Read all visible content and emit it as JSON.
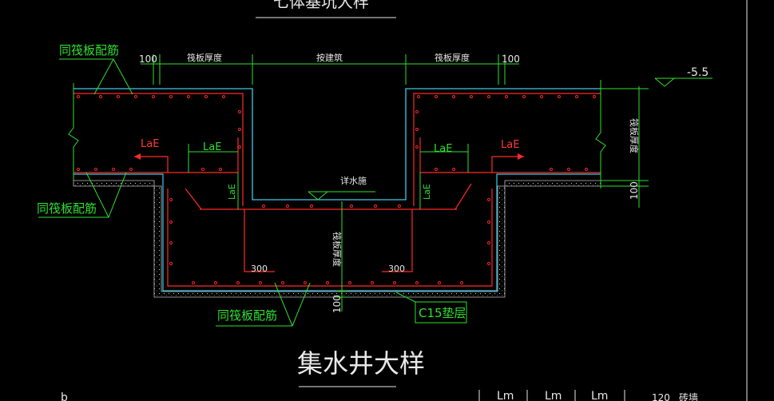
{
  "drawing": {
    "top_title_partial": "七体基坑大样",
    "main_title": "集水井大样",
    "bottom_partial_left": "b",
    "bottom_row": [
      "Lm",
      "Lm",
      "Lm",
      "120",
      "砖墙"
    ]
  },
  "labels": {
    "same_raft_reinf_top": "同筏板配筋",
    "same_raft_reinf_left": "同筏板配筋",
    "same_raft_reinf_bottom": "同筏板配筋",
    "raft_thickness": "筏板厚度",
    "per_architecture": "按建筑",
    "elevation": "-5.5",
    "dim_100": "100",
    "lae": "LaE",
    "water_surface": "详水施",
    "dim_300": "300",
    "cushion": "C15垫层"
  },
  "colors": {
    "background": "#000000",
    "dimension": "#2fe02f",
    "rebar": "#ff2a2a",
    "concrete_outline": "#3fc9e6",
    "text_white": "#e8e8e8",
    "cushion_box": "#2fe02f"
  }
}
